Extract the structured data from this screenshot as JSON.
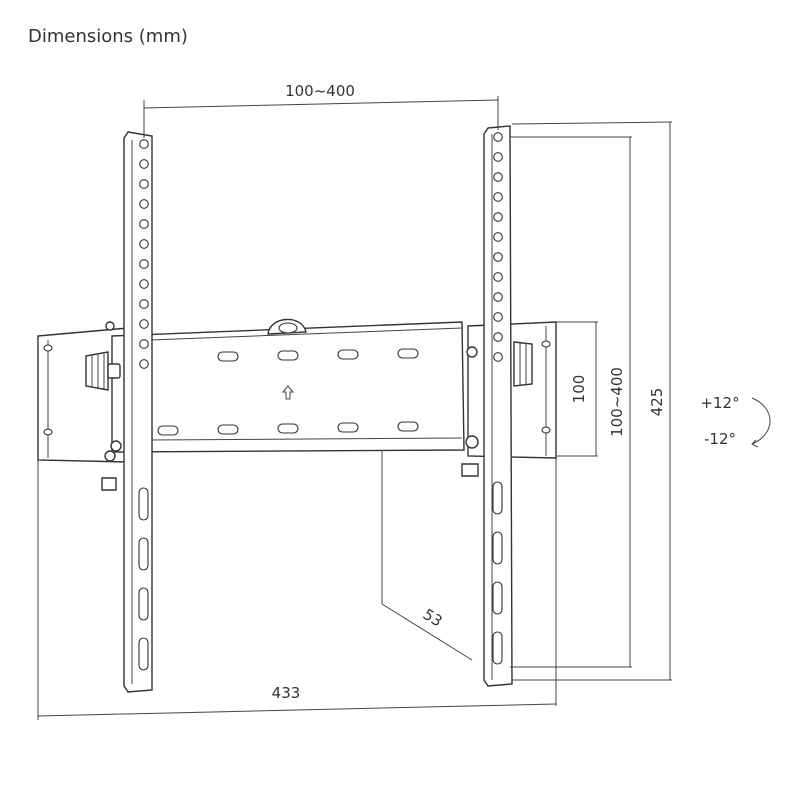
{
  "title": "Dimensions (mm)",
  "dimensions": {
    "vesa_horizontal": "100~400",
    "vesa_vertical_total": "100~400",
    "wall_plate_height": "100",
    "overall_height": "425",
    "overall_width": "433",
    "wall_depth": "53"
  },
  "tilt": {
    "up": "+12°",
    "down": "-12°"
  },
  "icons": {
    "arrow": "up-arrow-icon",
    "tilt": "tilt-arc-icon"
  }
}
